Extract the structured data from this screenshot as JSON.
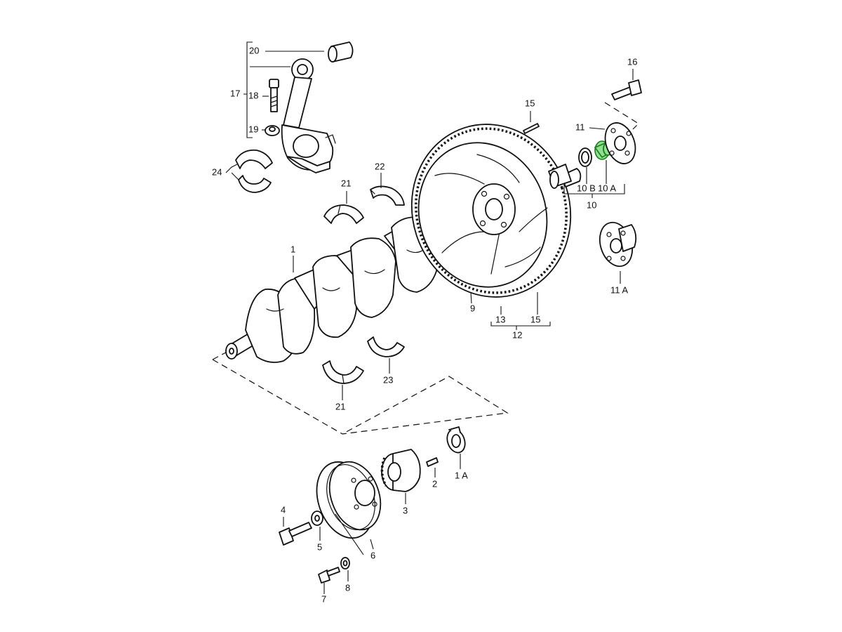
{
  "accent_color": "#8fe08f",
  "labels": {
    "p1": "1",
    "p1a": "1 A",
    "p2": "2",
    "p3": "3",
    "p4": "4",
    "p5": "5",
    "p6": "6",
    "p7": "7",
    "p8": "8",
    "p9": "9",
    "p10": "10",
    "p10a": "10 A",
    "p10b": "10 B",
    "p11": "11",
    "p11a": "11 A",
    "p12": "12",
    "p13": "13",
    "p15a": "15",
    "p15b": "15",
    "p16": "16",
    "p17": "17",
    "p18": "18",
    "p19": "19",
    "p20": "20",
    "p21a": "21",
    "p21b": "21",
    "p22": "22",
    "p23": "23",
    "p24": "24"
  }
}
